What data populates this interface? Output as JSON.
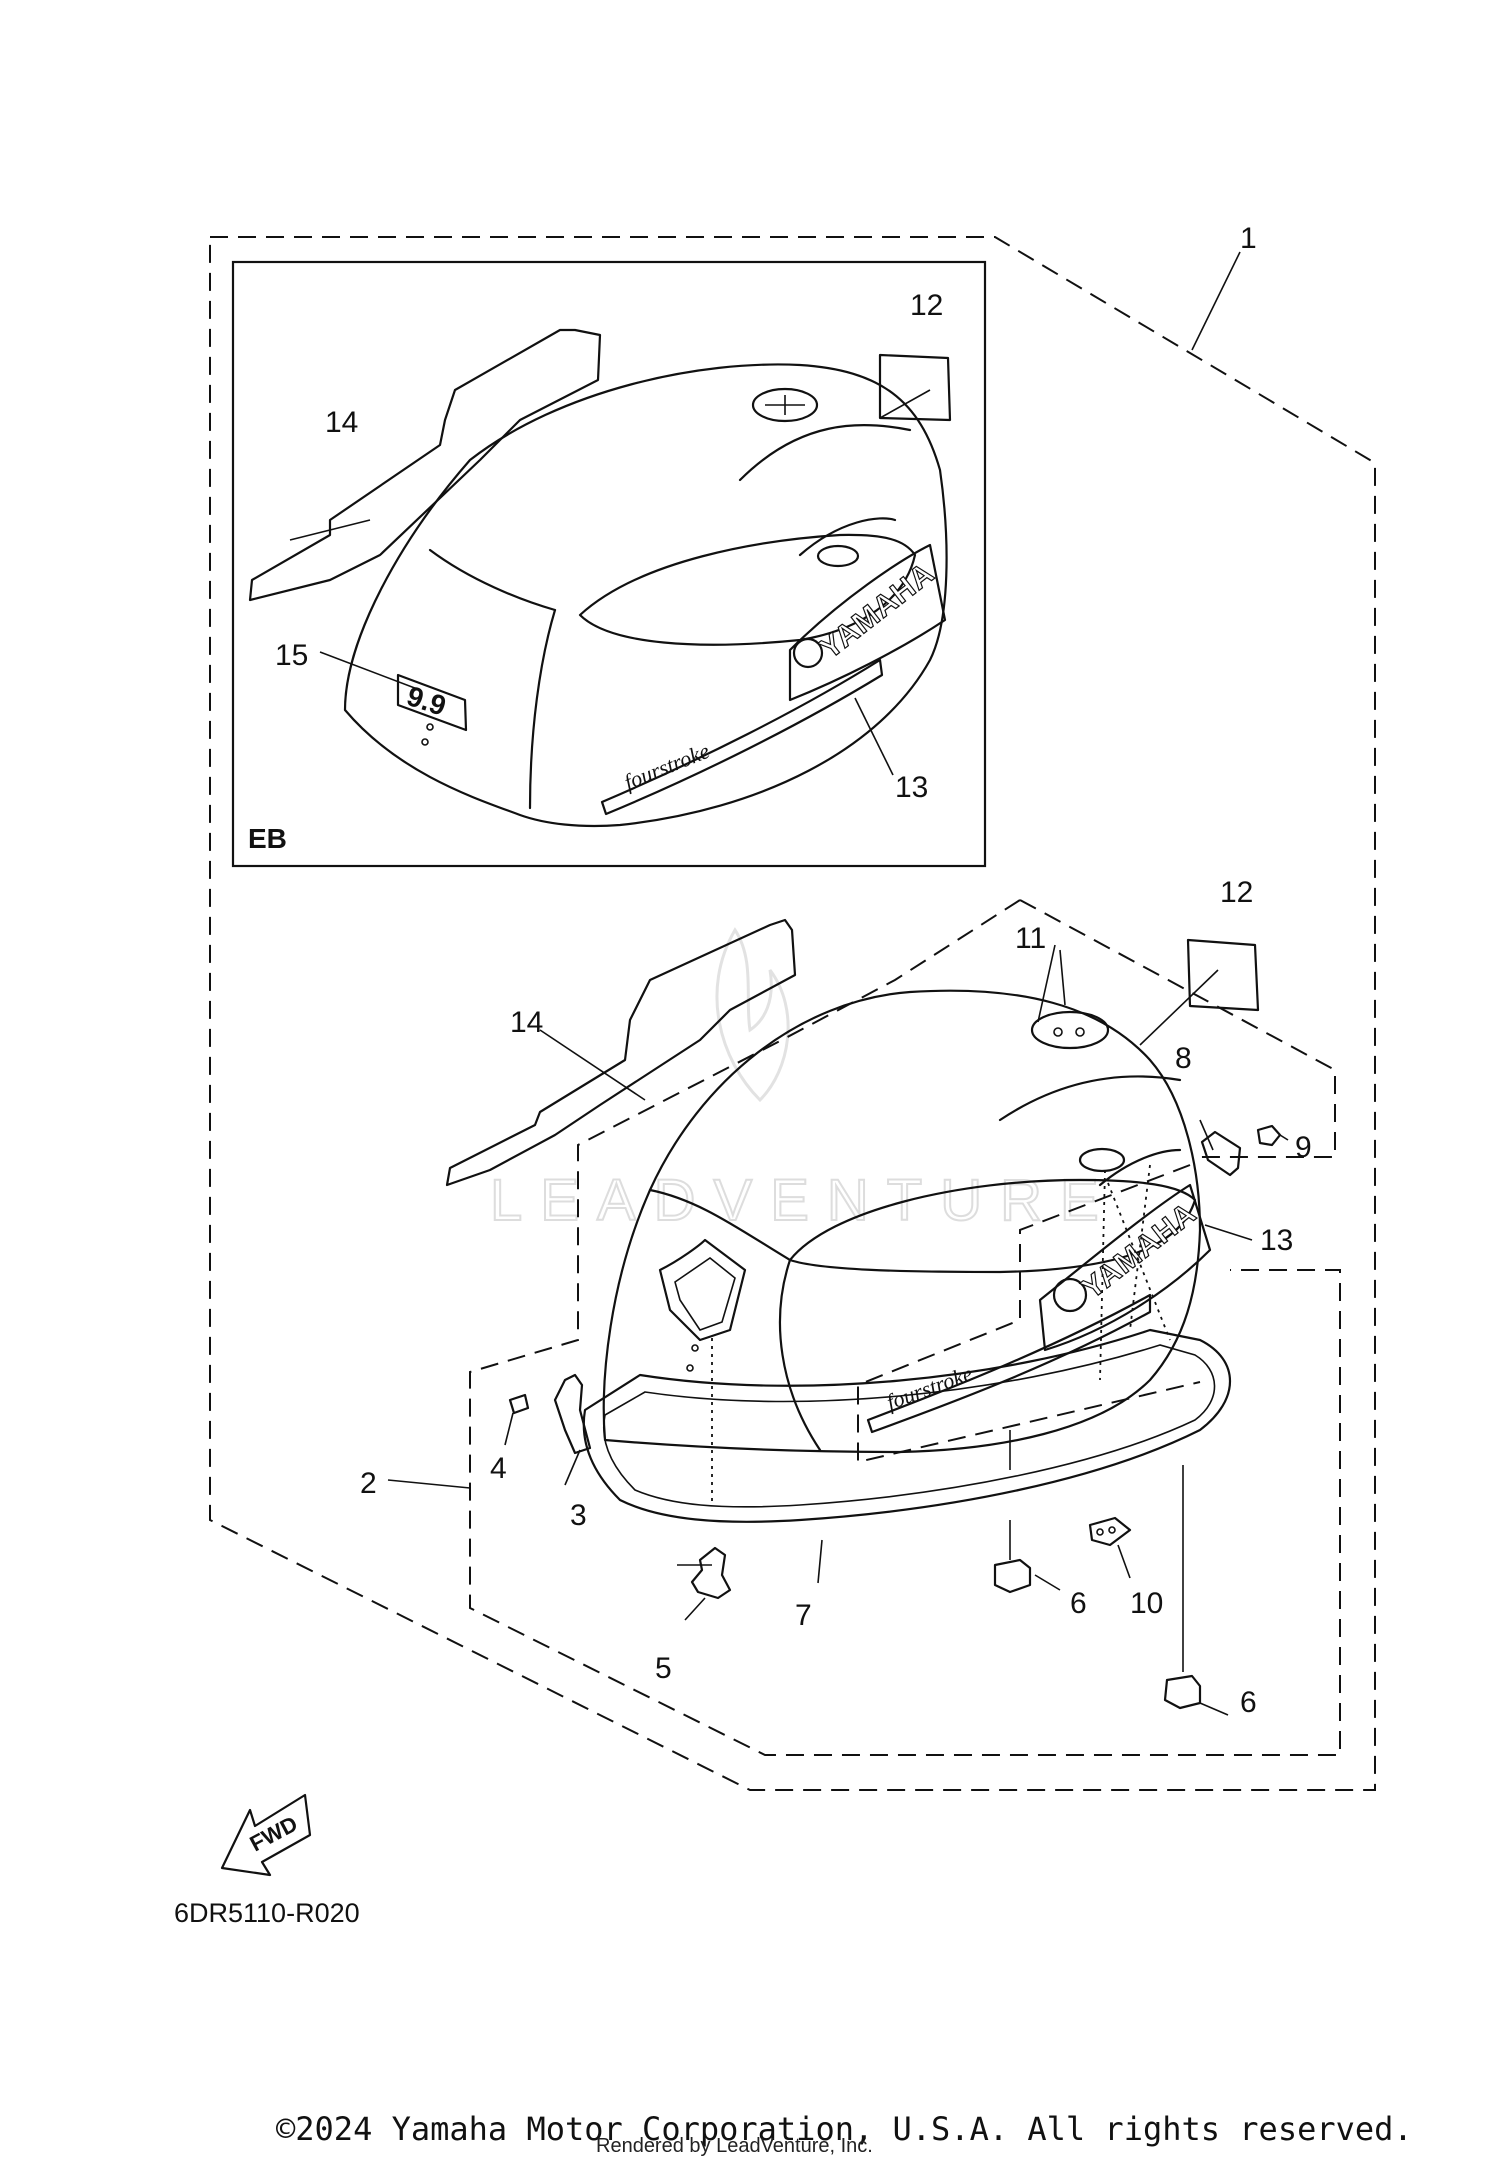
{
  "diagram": {
    "callouts": {
      "c1": "1",
      "c2": "2",
      "c3": "3",
      "c4": "4",
      "c5": "5",
      "c6a": "6",
      "c6b": "6",
      "c7": "7",
      "c8": "8",
      "c9": "9",
      "c10": "10",
      "c11": "11",
      "c12a": "12",
      "c12b": "12",
      "c13a": "13",
      "c13b": "13",
      "c14a": "14",
      "c14b": "14",
      "c15": "15"
    },
    "inset_label": "EB",
    "brand_text": "YAMAHA",
    "script_text": "fourstroke",
    "badge_text": "9.9",
    "fwd_label": "FWD",
    "diagram_code": "6DR5110-R020",
    "watermark": "LEADVENTURE"
  },
  "footer": {
    "copyright": "©2024 Yamaha Motor Corporation, U.S.A. All rights reserved.",
    "rendered_by": "Rendered by LeadVenture, Inc."
  }
}
